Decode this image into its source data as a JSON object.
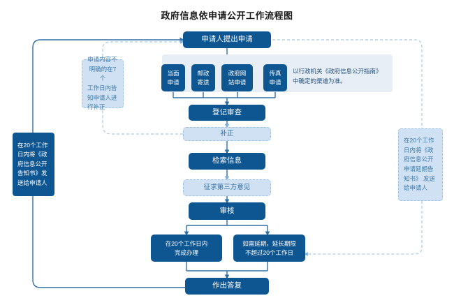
{
  "page": {
    "title": "政府信息依申请公开工作流程图",
    "colors": {
      "primary": "#0e5692",
      "ghost_fill": "#cfe1f2",
      "ghost_text": "#3b7bb0",
      "band": "#e7eef5",
      "line": "#2f6fa8",
      "title_text": "#1a1a1a"
    }
  },
  "flow": {
    "start": {
      "label": "申请人提出申请"
    },
    "channels": [
      {
        "label": "当面\n申请",
        "line1": "当面",
        "line2": "申请"
      },
      {
        "label": "邮政\n寄送",
        "line1": "邮政",
        "line2": "寄送"
      },
      {
        "label": "政府网\n站申请",
        "line1": "政府网",
        "line2": "站申请"
      },
      {
        "label": "传真\n申请",
        "line1": "传真",
        "line2": "申请"
      }
    ],
    "channels_note": {
      "line1": "以行政机关《政府信息公开指南》",
      "line2": "中确定的渠道为准。"
    },
    "steps": [
      {
        "id": "register",
        "label": "登记审查",
        "style": "solid"
      },
      {
        "id": "correct",
        "label": "补正",
        "style": "ghost"
      },
      {
        "id": "retrieve",
        "label": "检索信息",
        "style": "solid"
      },
      {
        "id": "third_party",
        "label": "征求第三方意见",
        "style": "ghost"
      },
      {
        "id": "review",
        "label": "审核",
        "style": "solid"
      }
    ],
    "branches": [
      {
        "id": "on_time",
        "line1": "在20个工作日内",
        "line2": "完成办理"
      },
      {
        "id": "extend",
        "line1": "如需延期，延长期限",
        "line2": "不超过20个工作日"
      }
    ],
    "end": {
      "label": "作出答复"
    }
  },
  "notes": {
    "left_dashed": {
      "lines": [
        "申请内容不",
        "明确的在7个",
        "工作日内告",
        "知申请人进",
        "行补正"
      ]
    },
    "left_solid": {
      "lines": [
        "在20个工作",
        "日内将《政",
        "府信息公开",
        "告知书》发",
        "送给申请人"
      ]
    },
    "right_dashed": {
      "lines": [
        "在20个工作",
        "日内将《政",
        "府信息公开",
        "申请延期告",
        "知书》 发送",
        "给申请人"
      ]
    }
  }
}
